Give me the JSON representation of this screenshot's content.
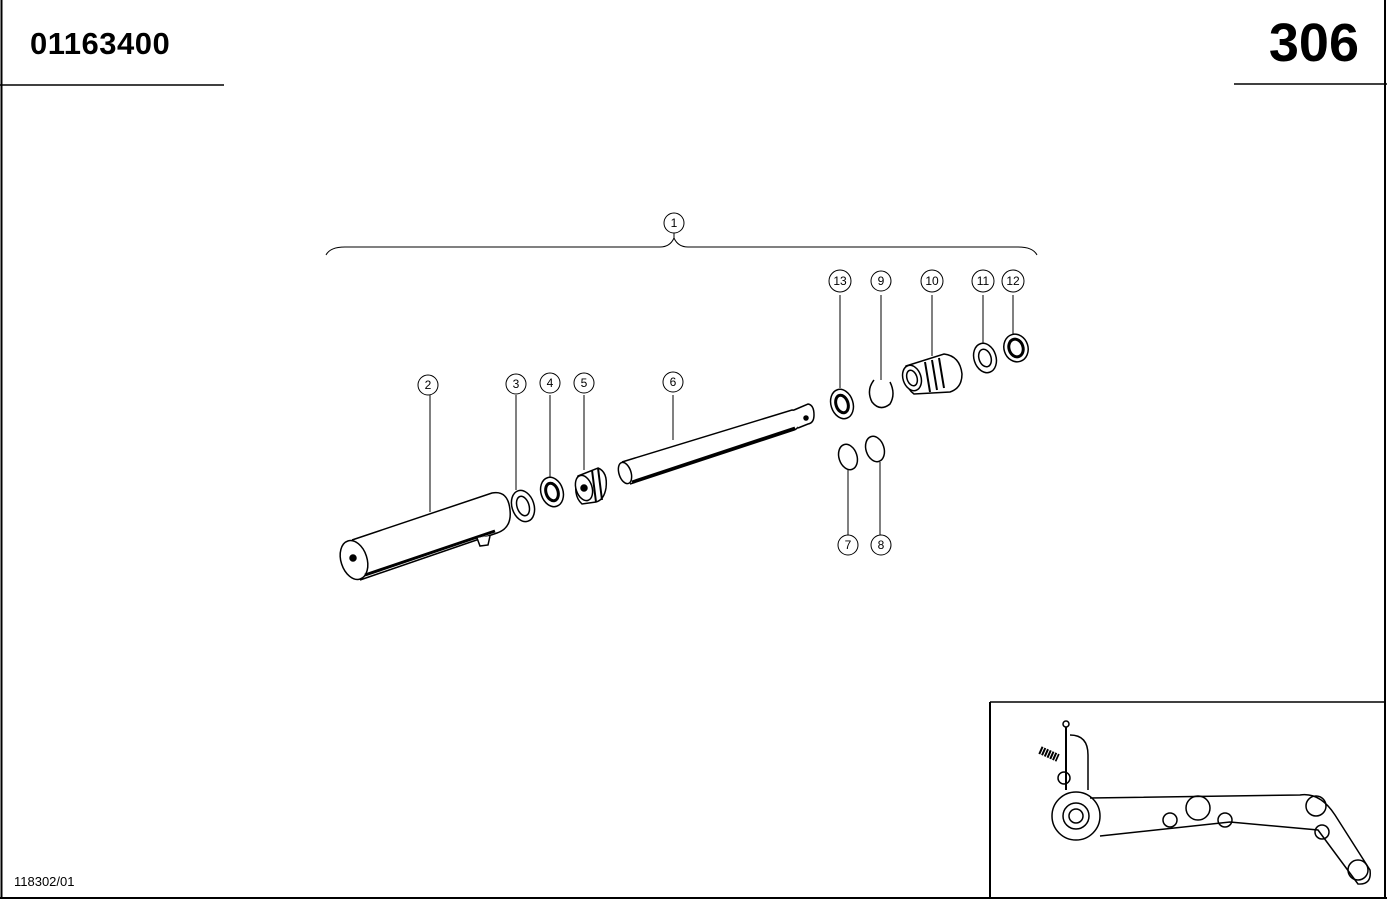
{
  "header": {
    "part_number": "01163400",
    "page_number": "306"
  },
  "footer": {
    "drawing_code": "118302/01"
  },
  "callouts": [
    {
      "id": "1",
      "label": "1"
    },
    {
      "id": "2",
      "label": "2"
    },
    {
      "id": "3",
      "label": "3"
    },
    {
      "id": "4",
      "label": "4"
    },
    {
      "id": "5",
      "label": "5"
    },
    {
      "id": "6",
      "label": "6"
    },
    {
      "id": "7",
      "label": "7"
    },
    {
      "id": "8",
      "label": "8"
    },
    {
      "id": "9",
      "label": "9"
    },
    {
      "id": "10",
      "label": "10"
    },
    {
      "id": "11",
      "label": "11"
    },
    {
      "id": "12",
      "label": "12"
    },
    {
      "id": "13",
      "label": "13"
    }
  ]
}
